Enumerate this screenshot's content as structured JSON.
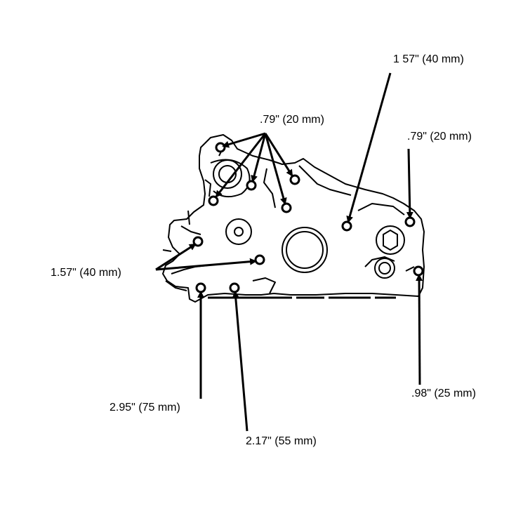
{
  "diagram": {
    "labels": {
      "top_right": "1 57\" (40 mm)",
      "top_center": ".79\" (20 mm)",
      "right_mid": ".79\" (20 mm)",
      "left_mid": "1.57\" (40 mm)",
      "bottom_left": "2.95\" (75 mm)",
      "bottom_center": "2.17\" (55 mm)",
      "bottom_right": ".98\" (25 mm)"
    }
  },
  "colors": {
    "ink": "#000000",
    "paper": "#ffffff"
  }
}
